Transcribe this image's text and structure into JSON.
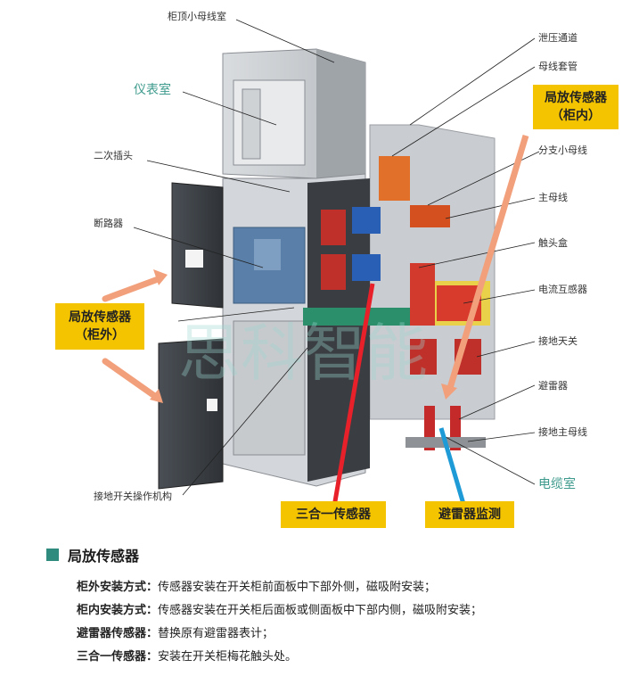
{
  "labels": {
    "top_busbar_room": "柜顶小母线室",
    "instrument_room": "仪表室",
    "secondary_plug": "二次插头",
    "circuit_breaker": "断路器",
    "pressure_relief": "泄压通道",
    "bus_bushing": "母线套管",
    "branch_busbar": "分支小母线",
    "main_busbar": "主母线",
    "contact_box": "触头盒",
    "current_transformer": "电流互感器",
    "earthing_switch": "接地天关",
    "surge_arrester": "避雷器",
    "earthing_main_busbar": "接地主母线",
    "cable_room": "电缆室",
    "earthing_mechanism": "接地开关操作机构"
  },
  "callouts": {
    "pd_inside_line1": "局放传感器",
    "pd_inside_line2": "（柜内）",
    "pd_outside_line1": "局放传感器",
    "pd_outside_line2": "（柜外）",
    "three_in_one": "三合一传感器",
    "arrester_monitor": "避雷器监测"
  },
  "section": {
    "title": "局放传感器",
    "rows": [
      {
        "key": "柜外安装方式：",
        "value": "传感器安装在开关柜前面板中下部外侧，磁吸附安装；"
      },
      {
        "key": "柜内安装方式：",
        "value": "传感器安装在开关柜后面板或侧面板中下部内侧，磁吸附安装；"
      },
      {
        "key": "避雷器传感器：",
        "value": "替换原有避雷器表计；"
      },
      {
        "key": "三合一传感器：",
        "value": "安装在开关柜梅花触头处。"
      }
    ]
  },
  "colors": {
    "accent_yellow": "#f5c400",
    "teal": "#2e8b7e",
    "red_arrow": "#e8202a",
    "blue_arrow": "#1e9bd7",
    "salmon_arrow": "#f2a07b"
  }
}
